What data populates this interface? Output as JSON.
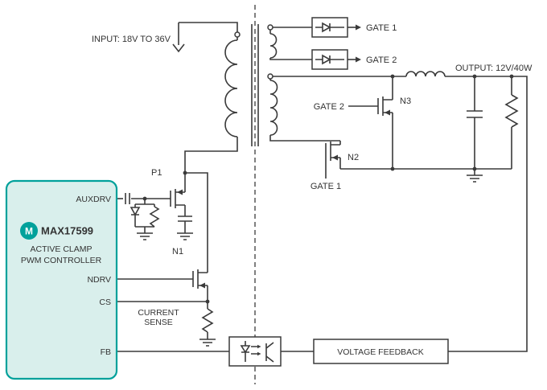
{
  "colors": {
    "accent_teal": "#00a19b",
    "controller_fill": "#d9efec",
    "line": "#3a3a3a"
  },
  "labels": {
    "input": "INPUT: 18V TO 36V",
    "output": "OUTPUT: 12V/40W",
    "gate1_top": "GATE 1",
    "gate2_top": "GATE 2",
    "gate2_n3": "GATE 2",
    "gate1_n2": "GATE 1",
    "p1": "P1",
    "n1": "N1",
    "n2": "N2",
    "n3": "N3",
    "current_sense_line1": "CURRENT",
    "current_sense_line2": "SENSE",
    "voltage_feedback": "VOLTAGE FEEDBACK"
  },
  "controller": {
    "part": "MAX17599",
    "logo_letter": "M",
    "subtitle_line1": "ACTIVE CLAMP",
    "subtitle_line2": "PWM CONTROLLER",
    "pins": [
      {
        "name": "AUXDRV"
      },
      {
        "name": "NDRV"
      },
      {
        "name": "CS"
      },
      {
        "name": "FB"
      }
    ]
  }
}
